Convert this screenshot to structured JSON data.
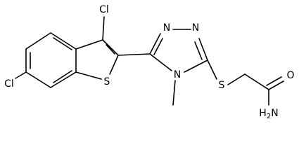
{
  "molecule": {
    "atoms": {
      "cl_top": "Cl",
      "cl_left": "Cl",
      "s_thiophene": "S",
      "n_triazole_1": "N",
      "n_triazole_2": "N",
      "n_triazole_methyl": "N",
      "s_thioether": "S",
      "o_carbonyl": "O",
      "nh2_amide": "H2N"
    }
  }
}
